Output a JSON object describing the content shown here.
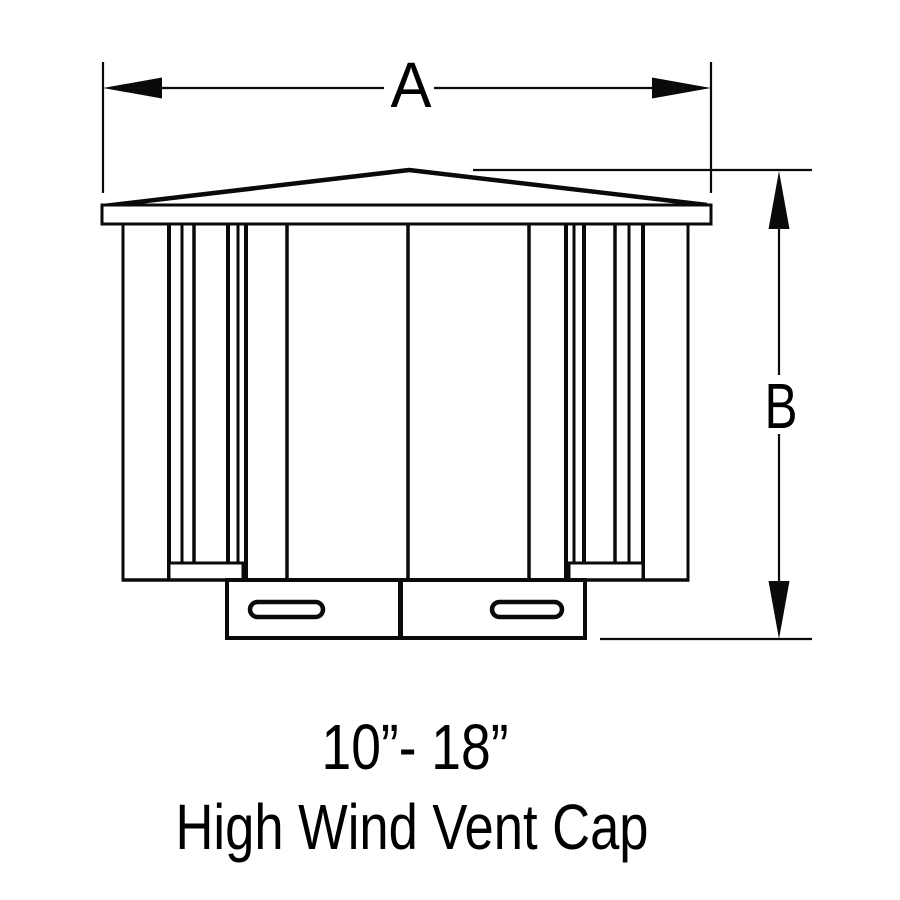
{
  "title": "High Wind Vent Cap technical drawing",
  "colors": {
    "background": "#ffffff",
    "line": "#0a0a0a",
    "text": "#000000"
  },
  "dimensions": {
    "a_label": "A",
    "b_label": "B"
  },
  "caption": {
    "size_range": "10”- 18”",
    "product_name": "High Wind Vent Cap"
  }
}
